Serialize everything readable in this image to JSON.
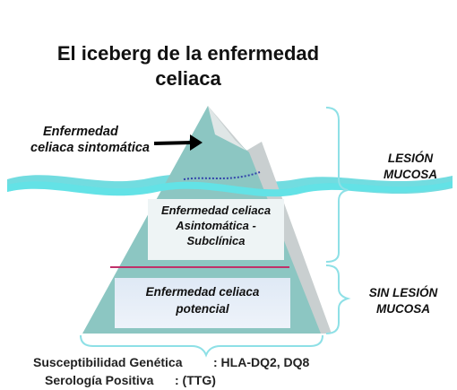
{
  "title_line1": "El iceberg de la enfermedad",
  "title_line2": "celiaca",
  "symptomatic_label_line1": "Enfermedad",
  "symptomatic_label_line2": "celiaca sintomática",
  "asymptomatic_box": {
    "line1": "Enfermedad celiaca",
    "line2": "Asintomática -",
    "line3": "Subclínica"
  },
  "potential_box": {
    "line1": "Enfermedad celiaca",
    "line2": "potencial"
  },
  "right_labels": {
    "lesion_line1": "LESIÓN",
    "lesion_line2": "MUCOSA",
    "sin_lesion_line1": "SIN LESIÓN",
    "sin_lesion_line2": "MUCOSA"
  },
  "bottom": {
    "genetic_label": "Susceptibilidad Genética",
    "genetic_value": ": HLA-DQ2, DQ8",
    "serology_label": "Serología Positiva",
    "serology_value": ": (TTG)"
  },
  "colors": {
    "water": "#4fd3d8",
    "iceberg_face": "#8cc6c2",
    "iceberg_shadow": "#c9cfd0",
    "brace": "#8ee0e6",
    "divider_line": "#c0306a",
    "dotted_line": "#3344aa"
  }
}
